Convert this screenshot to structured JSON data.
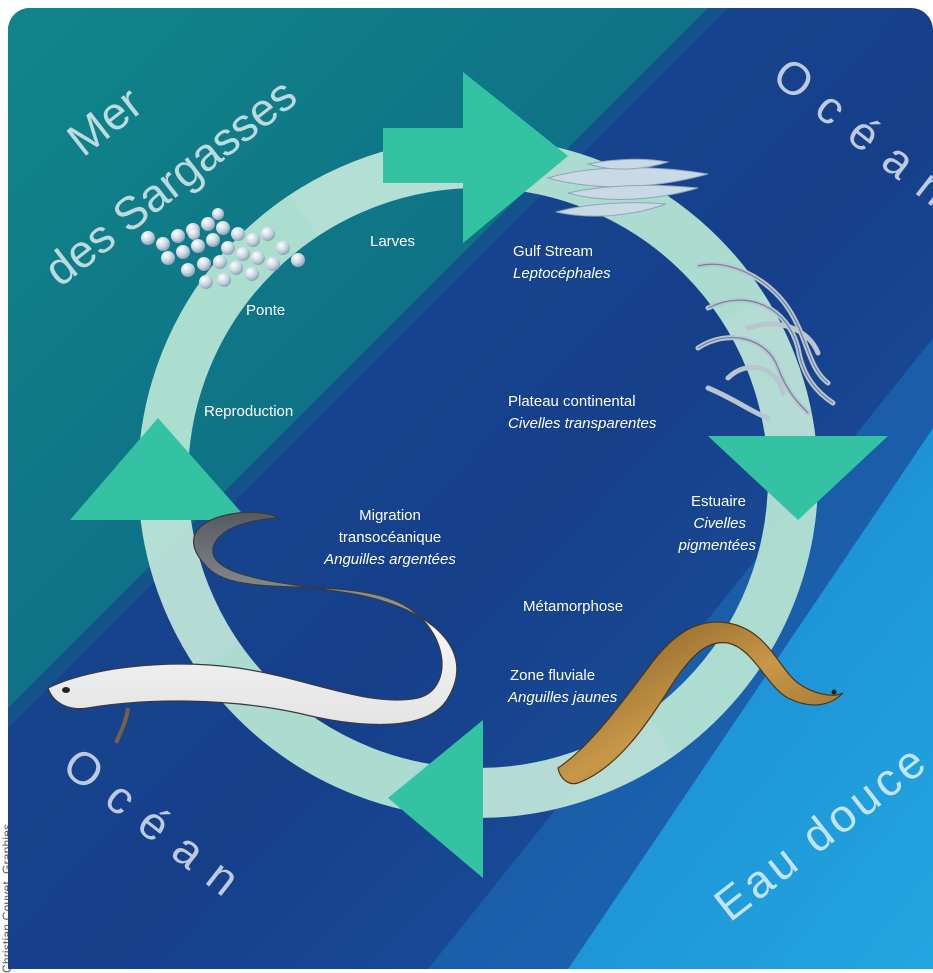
{
  "credit": "Christian Couvet, Graphies",
  "regions": {
    "top_left": [
      "Mer",
      "des Sargasses"
    ],
    "top_right": "Océan",
    "bottom_left": "Océan",
    "bottom_right": "Eau douce"
  },
  "stages": {
    "ponte": "Ponte",
    "larves": "Larves",
    "gulf_stream": "Gulf Stream",
    "leptocephales": "Leptocéphales",
    "plateau": "Plateau continental",
    "civelles_transparentes": "Civelles transparentes",
    "estuaire": "Estuaire",
    "civelles_pigmentees_1": "Civelles",
    "civelles_pigmentees_2": "pigmentées",
    "metamorphose": "Métamorphose",
    "zone_fluviale": "Zone fluviale",
    "anguilles_jaunes": "Anguilles jaunes",
    "migration": "Migration",
    "transoceanique": "transocéanique",
    "anguilles_argentees": "Anguilles argentées",
    "reproduction": "Reproduction"
  },
  "colors": {
    "sargasso": "#0d7d86",
    "ocean_deep": "#163f8a",
    "ocean_mid": "#1d5aa6",
    "fresh": "#1e9bd8",
    "ring": "#bfe6d8",
    "arrow": "#35c4a4",
    "egg": "#d2dde6",
    "silver_eel": "#6b6b6b",
    "yellow_eel": "#a87830"
  }
}
